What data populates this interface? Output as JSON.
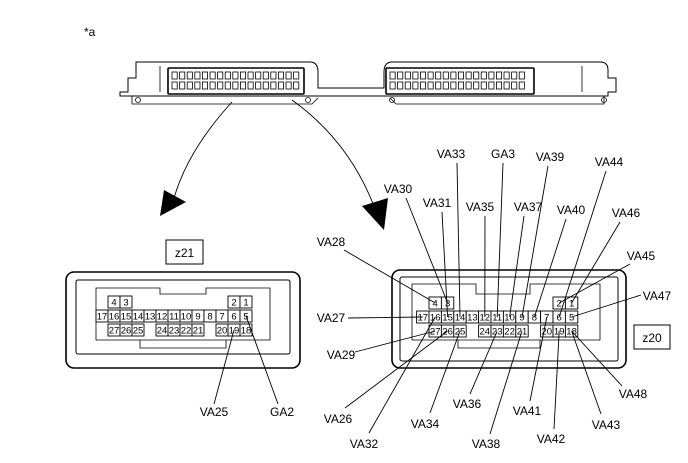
{
  "figure_marker": "*a",
  "connectors": [
    {
      "id": "z21",
      "label": "z21",
      "rows": [
        [
          {
            "p": "4",
            "c": 0
          },
          {
            "p": "3",
            "c": 1
          },
          {
            "p": "2",
            "c": 10
          },
          {
            "p": "1",
            "c": 11
          }
        ],
        [
          {
            "p": "17",
            "c": -1
          },
          {
            "p": "16",
            "c": 0
          },
          {
            "p": "15",
            "c": 1
          },
          {
            "p": "14",
            "c": 2
          },
          {
            "p": "13",
            "c": 3
          },
          {
            "p": "12",
            "c": 4
          },
          {
            "p": "11",
            "c": 5
          },
          {
            "p": "10",
            "c": 6
          },
          {
            "p": "9",
            "c": 7
          },
          {
            "p": "8",
            "c": 8
          },
          {
            "p": "7",
            "c": 9
          },
          {
            "p": "6",
            "c": 10
          },
          {
            "p": "5",
            "c": 11
          }
        ],
        [
          {
            "p": "27",
            "c": 0
          },
          {
            "p": "26",
            "c": 1
          },
          {
            "p": "25",
            "c": 2
          },
          {
            "p": "24",
            "c": 4
          },
          {
            "p": "23",
            "c": 5
          },
          {
            "p": "22",
            "c": 6
          },
          {
            "p": "21",
            "c": 7
          },
          {
            "p": "20",
            "c": 9
          },
          {
            "p": "19",
            "c": 10
          },
          {
            "p": "18",
            "c": 11
          }
        ]
      ],
      "callouts": [
        {
          "text": "VA25",
          "pin": "19"
        },
        {
          "text": "GA2",
          "pin": "5"
        }
      ]
    },
    {
      "id": "z20",
      "label": "z20",
      "rows": [
        [
          {
            "p": "4",
            "c": 0
          },
          {
            "p": "3",
            "c": 1
          },
          {
            "p": "2",
            "c": 10
          },
          {
            "p": "1",
            "c": 11
          }
        ],
        [
          {
            "p": "17",
            "c": -1
          },
          {
            "p": "16",
            "c": 0
          },
          {
            "p": "15",
            "c": 1
          },
          {
            "p": "14",
            "c": 2
          },
          {
            "p": "13",
            "c": 3
          },
          {
            "p": "12",
            "c": 4
          },
          {
            "p": "11",
            "c": 5
          },
          {
            "p": "10",
            "c": 6
          },
          {
            "p": "9",
            "c": 7
          },
          {
            "p": "8",
            "c": 8
          },
          {
            "p": "7",
            "c": 9
          },
          {
            "p": "6",
            "c": 10
          },
          {
            "p": "5",
            "c": 11
          }
        ],
        [
          {
            "p": "27",
            "c": 0
          },
          {
            "p": "26",
            "c": 1
          },
          {
            "p": "25",
            "c": 2
          },
          {
            "p": "24",
            "c": 4
          },
          {
            "p": "23",
            "c": 5
          },
          {
            "p": "22",
            "c": 6
          },
          {
            "p": "21",
            "c": 7
          },
          {
            "p": "20",
            "c": 9
          },
          {
            "p": "19",
            "c": 10
          },
          {
            "p": "18",
            "c": 11
          }
        ]
      ],
      "callouts": [
        {
          "text": "VA33",
          "pin": "14"
        },
        {
          "text": "GA3",
          "pin": "11"
        },
        {
          "text": "VA39",
          "pin": "9"
        },
        {
          "text": "VA44",
          "pin": "6"
        },
        {
          "text": "VA30",
          "pin": "3"
        },
        {
          "text": "VA31",
          "pin": "15"
        },
        {
          "text": "VA35",
          "pin": "12"
        },
        {
          "text": "VA37",
          "pin": "10"
        },
        {
          "text": "VA40",
          "pin": "8"
        },
        {
          "text": "VA46",
          "pin": "1"
        },
        {
          "text": "VA28",
          "pin": "4"
        },
        {
          "text": "VA45",
          "pin": "2"
        },
        {
          "text": "VA47",
          "pin": "5"
        },
        {
          "text": "VA27",
          "pin": "17"
        },
        {
          "text": "VA29",
          "pin": "27"
        },
        {
          "text": "VA26",
          "pin": "26"
        },
        {
          "text": "VA32",
          "pin": "16"
        },
        {
          "text": "VA34",
          "pin": "25"
        },
        {
          "text": "VA36",
          "pin": "23"
        },
        {
          "text": "VA38",
          "pin": "21"
        },
        {
          "text": "VA41",
          "pin": "7"
        },
        {
          "text": "VA42",
          "pin": "19"
        },
        {
          "text": "VA43",
          "pin": "18"
        },
        {
          "text": "VA48",
          "pin": "18"
        }
      ]
    }
  ]
}
